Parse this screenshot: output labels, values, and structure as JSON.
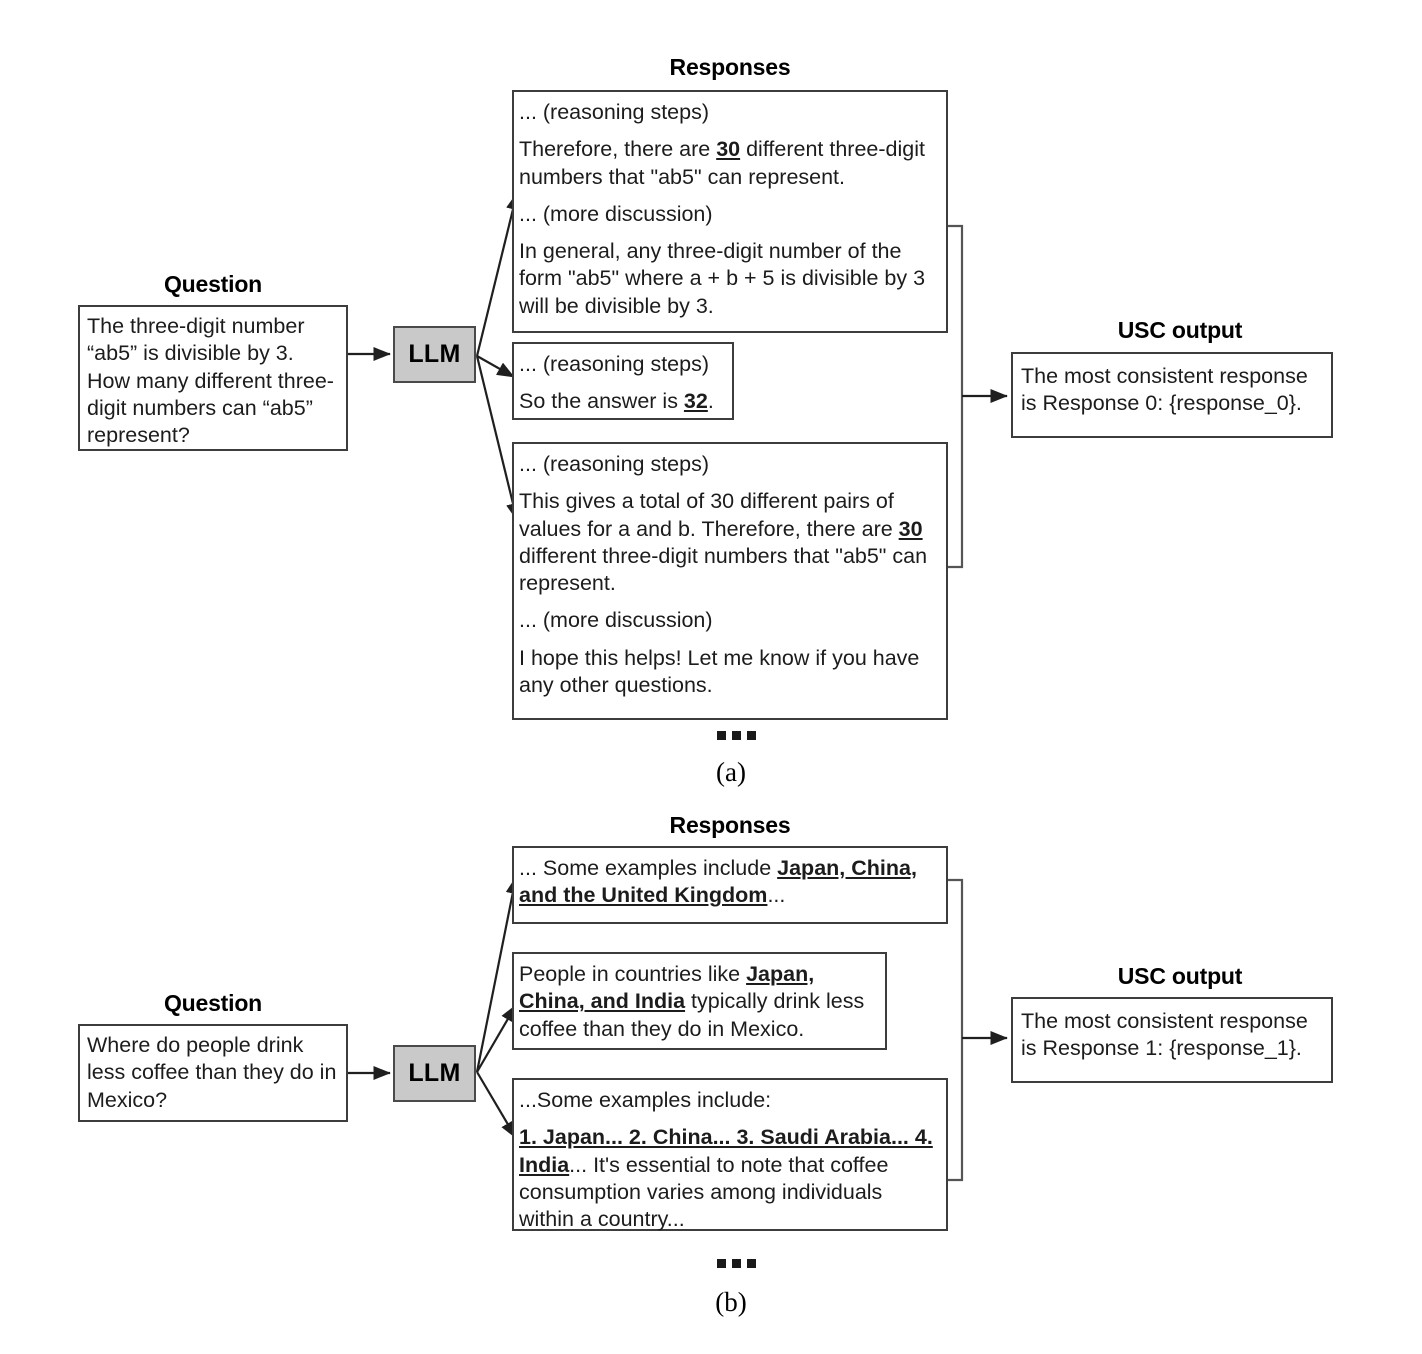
{
  "figure": {
    "panels": [
      {
        "id": "a",
        "caption": "(a)",
        "question_title": "Question",
        "question_text": "The three-digit number “ab5” is divisible by 3. How many different three-digit numbers can “ab5” represent?",
        "model_label": "LLM",
        "responses_title": "Responses",
        "responses": [
          {
            "index": 0,
            "lines": [
              "... (reasoning steps)",
              "Therefore, there are 30 different three-digit numbers that \"ab5\" can represent.",
              "... (more discussion)",
              "In general, any three-digit number of the form \"ab5\" where a + b + 5 is divisible by 3 will be divisible by 3."
            ],
            "highlight": "30"
          },
          {
            "index": 1,
            "lines": [
              "... (reasoning steps)",
              "So the answer is 32."
            ],
            "highlight": "32"
          },
          {
            "index": 2,
            "lines": [
              "... (reasoning steps)",
              "This gives a total of 30 different pairs of values for a and b. Therefore, there are 30 different three-digit numbers that \"ab5\" can represent.",
              "... (more discussion)",
              "I hope this helps! Let me know if you have any other questions."
            ],
            "highlight": "30"
          }
        ],
        "more_responses_indicator": "...",
        "output_title": "USC output",
        "output_text": "The most consistent response is Response 0: {response_0}."
      },
      {
        "id": "b",
        "caption": "(b)",
        "question_title": "Question",
        "question_text": "Where do people drink less coffee than they do in Mexico?",
        "model_label": "LLM",
        "responses_title": "Responses",
        "responses": [
          {
            "index": 0,
            "lines": [
              "... Some examples include Japan, China, and the United Kingdom..."
            ],
            "highlight": "Japan, China, and the United Kingdom"
          },
          {
            "index": 1,
            "lines": [
              "People in countries like Japan, China, and India typically drink less coffee than they do in Mexico."
            ],
            "highlight": "Japan, China, and India"
          },
          {
            "index": 2,
            "lines": [
              "...Some examples include:",
              "1. Japan... 2. China... 3. Saudi Arabia... 4. India... It's essential to note that coffee consumption varies among individuals within a country..."
            ],
            "highlight": "1. Japan... 2. China... 3. Saudi Arabia... 4. India"
          }
        ],
        "more_responses_indicator": "...",
        "output_title": "USC output",
        "output_text": "The most consistent response is Response 1: {response_1}."
      }
    ],
    "colors": {
      "llm_fill": "#c9c9c9",
      "box_border": "#3d3d3d",
      "wire": "#333333",
      "text": "#1c1c1c"
    }
  }
}
